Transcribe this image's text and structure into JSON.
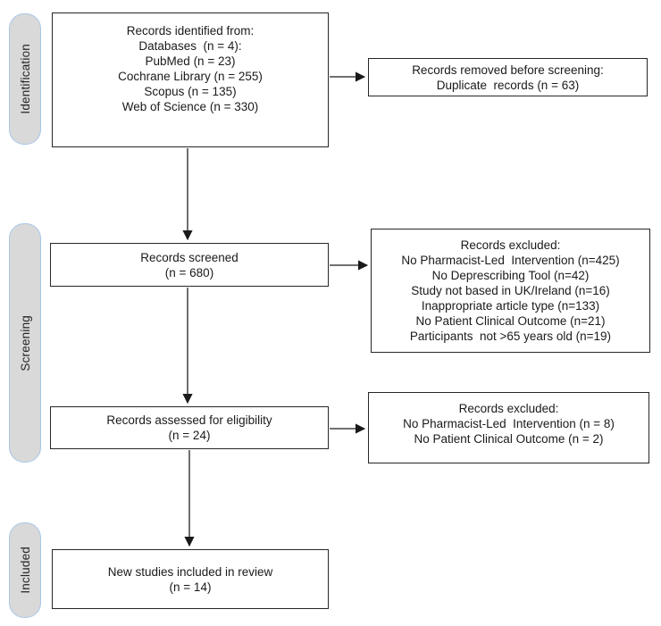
{
  "stages": [
    {
      "label": "Identification"
    },
    {
      "label": "Screening"
    },
    {
      "label": "Included"
    }
  ],
  "boxes": {
    "identified": {
      "lines": [
        "Records identified from:",
        "Databases  (n = 4):",
        "PubMed (n = 23)",
        "Cochrane Library (n = 255)",
        "Scopus (n = 135)",
        "Web of Science (n = 330)"
      ]
    },
    "removed_before_screening": {
      "lines": [
        "Records removed before screening:",
        "Duplicate  records (n = 63)"
      ]
    },
    "screened": {
      "lines": [
        "Records screened",
        "(n = 680)"
      ]
    },
    "excluded_screening": {
      "lines": [
        "Records excluded:",
        "No Pharmacist-Led  Intervention (n=425)",
        "No Deprescribing Tool (n=42)",
        "Study not based in UK/Ireland (n=16)",
        "Inappropriate article type (n=133)",
        "No Patient Clinical Outcome (n=21)",
        "Participants  not >65 years old (n=19)"
      ]
    },
    "assessed": {
      "lines": [
        "Records assessed for eligibility",
        "(n = 24)"
      ]
    },
    "excluded_eligibility": {
      "lines": [
        "Records excluded:",
        "No Pharmacist-Led  Intervention (n = 8)",
        "No Patient Clinical Outcome (n = 2)"
      ]
    },
    "included_review": {
      "lines": [
        "New studies included in review",
        "(n = 14)"
      ]
    }
  },
  "colors": {
    "stage_fill": "#d9d9d9",
    "stage_border": "#a8c6e8",
    "box_fill": "#ffffff",
    "box_border": "#262626",
    "arrow": "#404040"
  }
}
